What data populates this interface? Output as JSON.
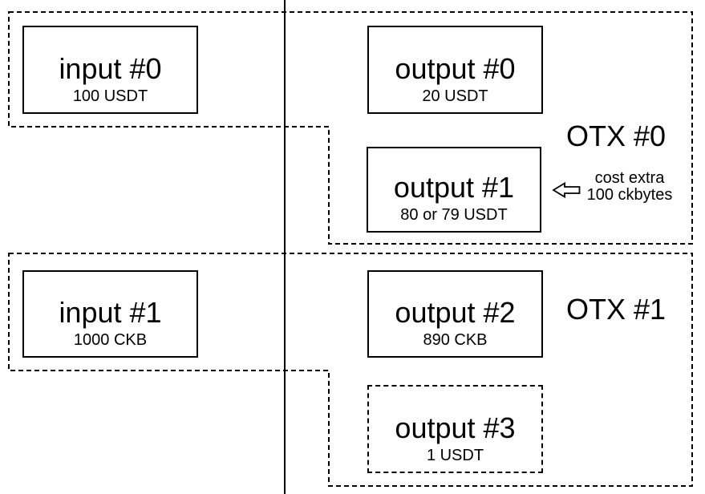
{
  "colors": {
    "ink": "#000000",
    "background": "#ffffff"
  },
  "inputs": [
    {
      "title": "input #0",
      "amount": "100 USDT"
    },
    {
      "title": "input #1",
      "amount": "1000 CKB"
    }
  ],
  "outputs": [
    {
      "title": "output #0",
      "amount": "20 USDT"
    },
    {
      "title": "output #1",
      "amount": "80 or 79 USDT"
    },
    {
      "title": "output #2",
      "amount": "890 CKB"
    },
    {
      "title": "output #3",
      "amount": "1 USDT"
    }
  ],
  "otx_groups": [
    {
      "label": "OTX #0"
    },
    {
      "label": "OTX #1"
    }
  ],
  "annotation": {
    "icon": "left-arrow",
    "line1": "cost extra",
    "line2": "100 ckbytes"
  }
}
